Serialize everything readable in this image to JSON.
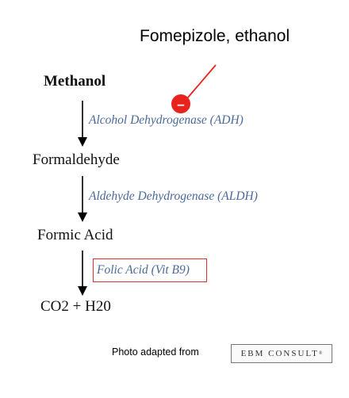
{
  "inhibitor": {
    "label": "Fomepizole, ethanol",
    "symbol": "–"
  },
  "pathway": {
    "compounds": [
      "Methanol",
      "Formaldehyde",
      "Formic Acid",
      "CO2 + H20"
    ],
    "enzymes": [
      "Alcohol Dehydrogenase (ADH)",
      "Aldehyde Dehydrogenase (ALDH)"
    ],
    "cofactor": "Folic Acid (Vit B9)"
  },
  "credit": {
    "text": "Photo adapted from",
    "logo": "EBM CONSULT",
    "logo_mark": "®"
  },
  "colors": {
    "inhibit": "#e8231e",
    "enzyme": "#4a6a9a",
    "box": "#e03030"
  }
}
